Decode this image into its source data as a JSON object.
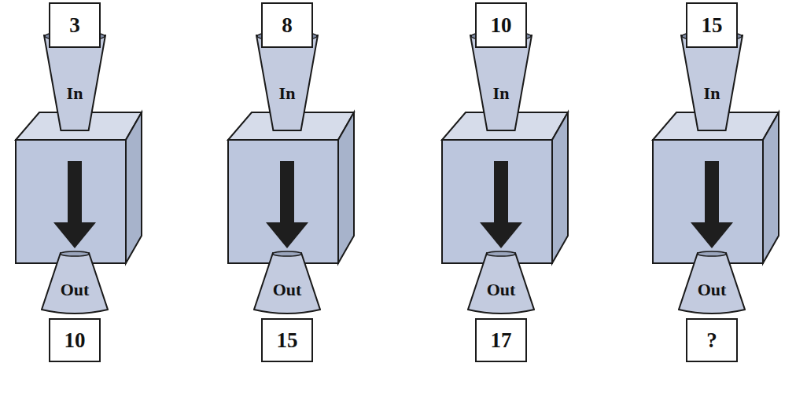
{
  "diagram": {
    "nodes": [
      {
        "text": [
          "3"
        ]
      },
      {
        "text": [
          "In"
        ]
      },
      {
        "text": [
          "Out"
        ]
      },
      {
        "text": [
          "10"
        ]
      },
      {
        "text": [
          "8"
        ]
      },
      {
        "text": [
          "In"
        ]
      },
      {
        "text": [
          "Out"
        ]
      },
      {
        "text": [
          "15"
        ]
      },
      {
        "text": [
          "10"
        ]
      },
      {
        "text": [
          "In"
        ]
      },
      {
        "text": [
          "Out"
        ]
      },
      {
        "text": [
          "17"
        ]
      },
      {
        "text": [
          "15"
        ]
      },
      {
        "text": [
          "In"
        ]
      },
      {
        "text": [
          "Out"
        ]
      },
      {
        "text": [
          "?"
        ]
      }
    ]
  }
}
